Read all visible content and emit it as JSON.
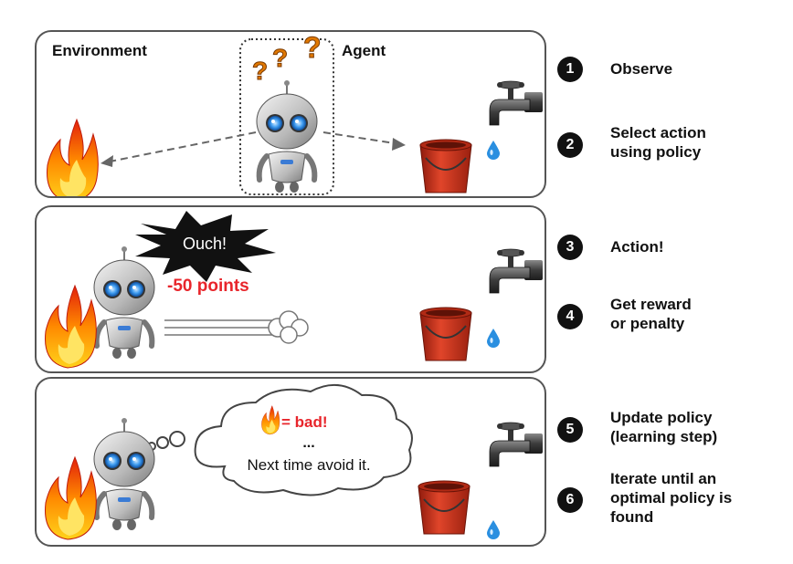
{
  "panel1": {
    "environment_label": "Environment",
    "agent_label": "Agent"
  },
  "panel2": {
    "ouch_text": "Ouch!",
    "penalty_text": "-50 points"
  },
  "panel3": {
    "thought_bad": "= bad!",
    "thought_ellipsis": "...",
    "thought_text": "Next time avoid it."
  },
  "steps": [
    {
      "number": "1",
      "text": "Observe"
    },
    {
      "number": "2",
      "text": "Select action\nusing policy"
    },
    {
      "number": "3",
      "text": "Action!"
    },
    {
      "number": "4",
      "text": "Get reward\nor penalty"
    },
    {
      "number": "5",
      "text": "Update policy\n(learning step)"
    },
    {
      "number": "6",
      "text": "Iterate until an\noptimal policy is\nfound"
    }
  ],
  "colors": {
    "penalty": "#e8252b",
    "bucket": "#d9381e",
    "water": "#2a8fe0",
    "robot_eye": "#2d8ee8"
  }
}
